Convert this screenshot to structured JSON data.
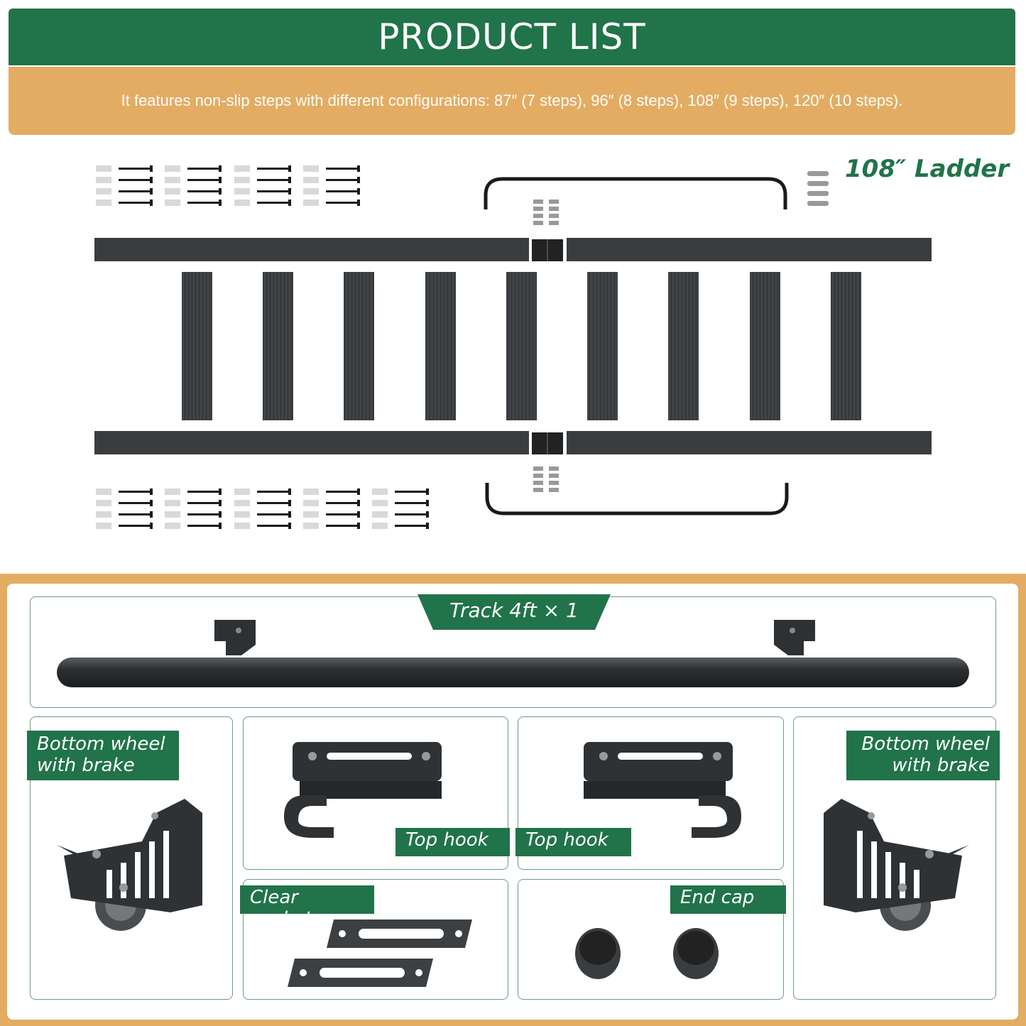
{
  "header": {
    "title": "PRODUCT LIST",
    "subtitle": "It features non-slip steps with different configurations: 87″ (7 steps), 96″ (8 steps), 108″ (9 steps), 120″ (10 steps)."
  },
  "ladder": {
    "label": "108″ Ladder",
    "steps": 9
  },
  "parts": {
    "track": "Track 4ft × 1",
    "bottom_wheel_left_line1": "Bottom wheel",
    "bottom_wheel_left_line2": "with brake",
    "bottom_wheel_right_line1": "Bottom wheel",
    "bottom_wheel_right_line2": "with brake",
    "top_hook_left": "Top hook",
    "top_hook_right": "Top hook",
    "clear_gasket": "Clear gasket",
    "end_cap": "End cap"
  },
  "colors": {
    "brand_green": "#21734a",
    "accent_orange": "#e3ac62",
    "metal_dark": "#3a3d40"
  }
}
